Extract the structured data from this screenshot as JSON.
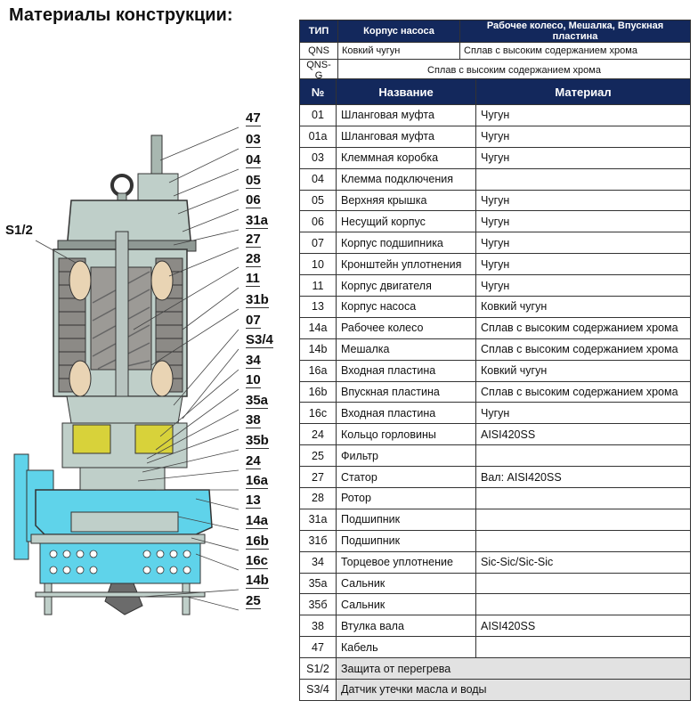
{
  "title": "Материалы конструкции:",
  "top_table": {
    "headers": [
      "ТИП",
      "Корпус насоса",
      "Рабочее колесо, Мешалка, Впускная пластина"
    ],
    "rows": [
      {
        "type": "QNS",
        "body": "Ковкий чугун",
        "parts": "Сплав с высоким содержанием хрома"
      },
      {
        "type": "QNS-G",
        "merged": "Сплав с высоким содержанием хрома"
      }
    ]
  },
  "main_table": {
    "headers": [
      "№",
      "Название",
      "Материал"
    ],
    "rows": [
      {
        "num": "01",
        "name": "Шланговая муфта",
        "material": "Чугун"
      },
      {
        "num": "01a",
        "name": "Шланговая муфта",
        "material": "Чугун"
      },
      {
        "num": "03",
        "name": "Клеммная коробка",
        "material": "Чугун"
      },
      {
        "num": "04",
        "name": "Клемма подключения",
        "material": ""
      },
      {
        "num": "05",
        "name": "Верхняя крышка",
        "material": "Чугун"
      },
      {
        "num": "06",
        "name": "Несущий корпус",
        "material": "Чугун"
      },
      {
        "num": "07",
        "name": "Корпус подшипника",
        "material": "Чугун"
      },
      {
        "num": "10",
        "name": "Кронштейн уплотнения",
        "material": "Чугун"
      },
      {
        "num": "11",
        "name": "Корпус двигателя",
        "material": "Чугун"
      },
      {
        "num": "13",
        "name": "Корпус насоса",
        "material": "Ковкий чугун"
      },
      {
        "num": "14a",
        "name": "Рабочее колесо",
        "material": "Сплав с высоким содержанием хрома"
      },
      {
        "num": "14b",
        "name": "Мешалка",
        "material": "Сплав с высоким содержанием хрома"
      },
      {
        "num": "16a",
        "name": "Входная пластина",
        "material": "Ковкий чугун"
      },
      {
        "num": "16b",
        "name": "Впускная пластина",
        "material": "Сплав с высоким содержанием хрома"
      },
      {
        "num": "16c",
        "name": "Входная пластина",
        "material": "Чугун"
      },
      {
        "num": "24",
        "name": "Кольцо горловины",
        "material": "AISI420SS"
      },
      {
        "num": "25",
        "name": "Фильтр",
        "material": ""
      },
      {
        "num": "27",
        "name": "Статор",
        "material": "Вал: AISI420SS"
      },
      {
        "num": "28",
        "name": "Ротор",
        "material": ""
      },
      {
        "num": "31a",
        "name": "Подшипник",
        "material": ""
      },
      {
        "num": "31б",
        "name": "Подшипник",
        "material": ""
      },
      {
        "num": "34",
        "name": "Торцевое уплотнение",
        "material": "Sic-Sic/Sic-Sic"
      },
      {
        "num": "35a",
        "name": "Сальник",
        "material": ""
      },
      {
        "num": "35б",
        "name": "Сальник",
        "material": ""
      },
      {
        "num": "38",
        "name": "Втулка вала",
        "material": "AISI420SS"
      },
      {
        "num": "47",
        "name": "Кабель",
        "material": ""
      },
      {
        "num": "S1/2",
        "name": "Защита от перегрева",
        "material": ""
      },
      {
        "num": "S3/4",
        "name": "Датчик утечки масла и воды",
        "material": ""
      }
    ]
  },
  "diagram": {
    "left_label": "S1/2",
    "callouts": [
      "47",
      "03",
      "04",
      "05",
      "06",
      "31a",
      "27",
      "28",
      "11",
      "31b",
      "07",
      "S3/4",
      "34",
      "10",
      "35a",
      "38",
      "35b",
      "24",
      "16a",
      "13",
      "14a",
      "16b",
      "16c",
      "14b",
      "25"
    ]
  },
  "colors": {
    "header_bg": "#13285c",
    "pump_grey": "#bfcfc9",
    "water": "#5fd3ea",
    "yellow": "#d8d23a",
    "winding": "#8c8a86"
  }
}
